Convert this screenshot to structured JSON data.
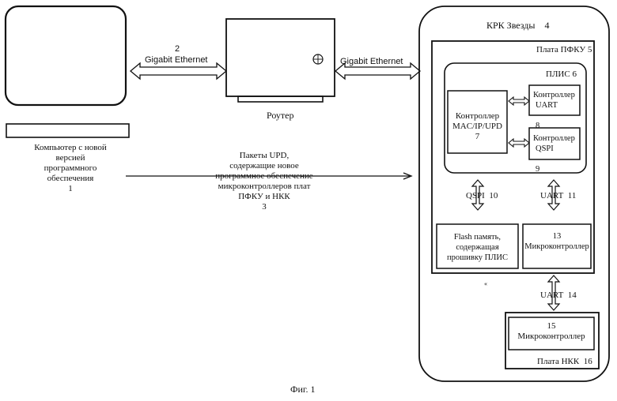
{
  "figure": {
    "caption": "Фиг. 1"
  },
  "computer": {
    "label_lines": [
      "Компьютер с новой",
      "версией",
      "программного",
      "обеспечения"
    ],
    "number": "1"
  },
  "link_pc_router": {
    "number": "2",
    "label": "Gigabit Ethernet"
  },
  "router": {
    "label": "Роутер"
  },
  "link_router_krk": {
    "label": "Gigabit Ethernet"
  },
  "packets": {
    "label_lines": [
      "Пакеты UPD,",
      "содержащие новое",
      "программное обеспечение",
      "микроконтроллеров плат",
      "ПФКУ и НКК"
    ],
    "number": "3"
  },
  "krk": {
    "label": "КРК Звезды",
    "number": "4"
  },
  "pfku_board": {
    "label": "Плата ПФКУ",
    "number": "5"
  },
  "plis": {
    "label": "ПЛИС",
    "number": "6"
  },
  "mac_controller": {
    "label_lines": [
      "Контроллер",
      "MAC/IP/UPD"
    ],
    "number": "7"
  },
  "uart_controller": {
    "label_lines": [
      "Контроллер",
      "UART"
    ],
    "number": "8"
  },
  "qspi_controller": {
    "label_lines": [
      "Контроллер",
      "QSPI"
    ],
    "number": "9"
  },
  "qspi_link": {
    "label": "QSPI",
    "number": "10"
  },
  "uart_link_11": {
    "label": "UART",
    "number": "11"
  },
  "flash_memory": {
    "label_lines": [
      "Flash память,",
      "содержащая",
      "прошивку ПЛИС"
    ]
  },
  "microcontroller_13": {
    "number": "13",
    "label": "Микроконтроллер"
  },
  "stray_mark": "«",
  "uart_link_14": {
    "label": "UART",
    "number": "14"
  },
  "microcontroller_15": {
    "number": "15",
    "label": "Микроконтроллер"
  },
  "nkk_board": {
    "label": "Плата НКК",
    "number": "16"
  }
}
